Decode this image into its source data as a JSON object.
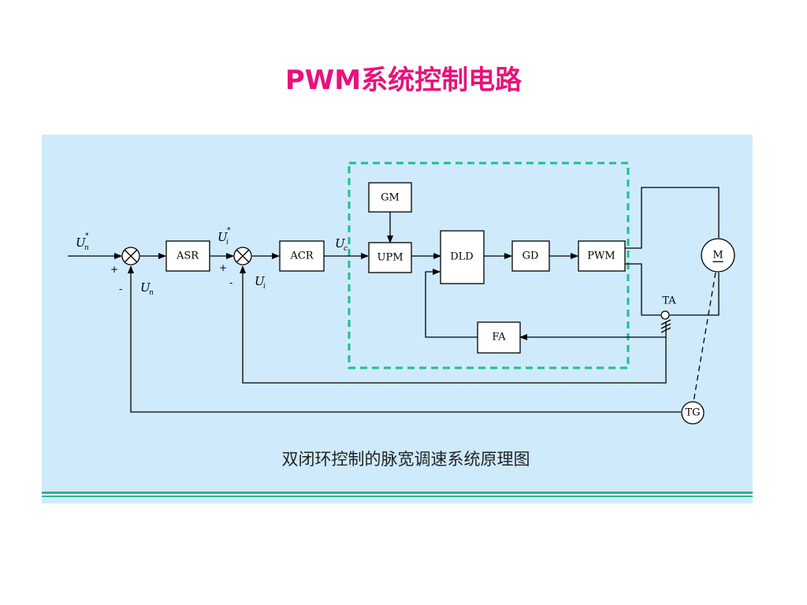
{
  "title": "PWM系统控制电路",
  "caption": "双闭环控制的脉宽调速系统原理图",
  "colors": {
    "title": "#e8127a",
    "panel_background": "#cfeafb",
    "dashed_box": "#1fbf8f",
    "bottom_rule": "#2bb58a"
  },
  "blocks": {
    "asr": "ASR",
    "acr": "ACR",
    "gm": "GM",
    "upm": "UPM",
    "dld": "DLD",
    "gd": "GD",
    "pwm": "PWM",
    "fa": "FA",
    "motor": "M",
    "tg": "TG",
    "ta": "TA"
  },
  "signals": {
    "un_star": {
      "base": "U",
      "sub": "n",
      "sup": "*"
    },
    "ui_star": {
      "base": "U",
      "sub": "i",
      "sup": "*"
    },
    "un": {
      "base": "U",
      "sub": "n"
    },
    "ui": {
      "base": "U",
      "sub": "i"
    },
    "uc": {
      "base": "U",
      "sub": "c"
    }
  },
  "signs": {
    "plus": "+",
    "minus": "-"
  }
}
